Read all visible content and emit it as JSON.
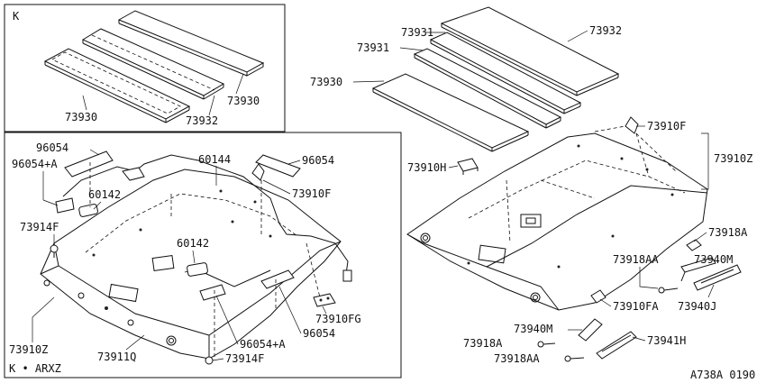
{
  "inset_top": {
    "variant_label": "K",
    "parts": [
      "73930",
      "73932",
      "73930"
    ]
  },
  "inset_bottom": {
    "variant_label": "K • ARXZ",
    "parts": [
      "96054",
      "96054+A",
      "60142",
      "60144",
      "96054",
      "73910F",
      "73914F",
      "60142",
      "73910FG",
      "96054",
      "96054+A",
      "73914F",
      "73910Z",
      "73911Q"
    ]
  },
  "main": {
    "parts": [
      "73931",
      "73931",
      "73932",
      "73930",
      "73910H",
      "73910F",
      "73910Z",
      "73918A",
      "73918AA",
      "73940M",
      "73910FA",
      "73940J",
      "73940M",
      "73918A",
      "73941H",
      "73918AA"
    ]
  },
  "diagram_code": "A738A 0190"
}
